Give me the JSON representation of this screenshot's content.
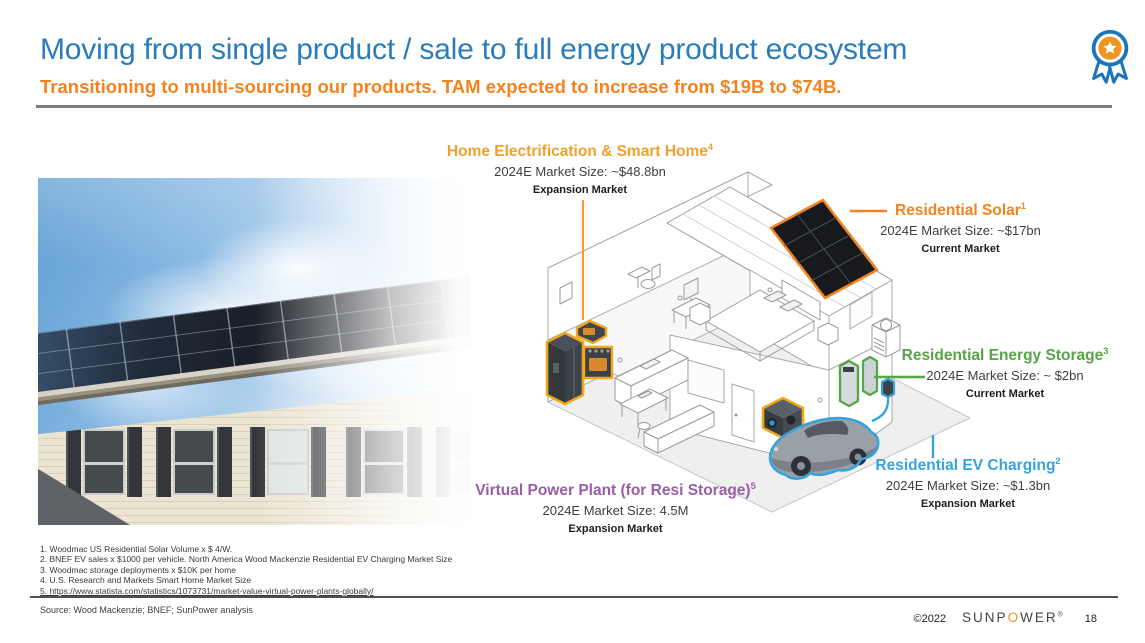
{
  "header": {
    "title": "Moving from single product / sale to full energy product ecosystem",
    "subtitle": "Transitioning to multi-sourcing our products. TAM expected to increase from $19B to $74B.",
    "title_color": "#2b7cba",
    "subtitle_color": "#f5821f",
    "badge_icon": "award-ribbon-icon"
  },
  "callouts": {
    "home_electrification": {
      "title": "Home Electrification & Smart Home",
      "footnote_ref": "4",
      "market_size": "2024E Market Size: ~$48.8bn",
      "segment": "Expansion Market",
      "color": "#f0a12b"
    },
    "residential_solar": {
      "title": "Residential Solar",
      "footnote_ref": "1",
      "market_size": "2024E Market Size: ~$17bn",
      "segment": "Current Market",
      "color": "#f5831f"
    },
    "residential_energy_storage": {
      "title": "Residential Energy Storage",
      "footnote_ref": "3",
      "market_size": "2024E Market Size: ~ $2bn",
      "segment": "Current Market",
      "color": "#56a546"
    },
    "residential_ev_charging": {
      "title": "Residential EV Charging",
      "footnote_ref": "2",
      "market_size": "2024E Market Size: ~$1.3bn",
      "segment": "Expansion Market",
      "color": "#35a3dd"
    },
    "virtual_power_plant": {
      "title": "Virtual Power Plant (for Resi Storage)",
      "footnote_ref": "5",
      "market_size": "2024E Market Size: 4.5M",
      "segment": "Expansion Market",
      "color": "#9a5ea7"
    }
  },
  "diagram": {
    "elements": [
      "house-cutaway",
      "solar-panel-array",
      "refrigerator",
      "microwave",
      "oven-stove",
      "battery-storage-units",
      "ev-wall-charger",
      "ev-car",
      "heat-pump-unit",
      "air-conditioner",
      "bed",
      "desk",
      "sofa",
      "kitchen-counter",
      "table"
    ]
  },
  "images": {
    "left_photo": "residential-house-with-rooftop-solar-panels"
  },
  "footnotes": [
    "1. Woodmac US Residential Solar Volume x $ 4/W.",
    "2. BNEF EV sales x $1000 per vehicle. North America Wood Mackenzie Residential EV Charging Market Size",
    "3. Woodmac storage deployments x $10K per home",
    "4. U.S. Research and Markets Smart Home Market Size",
    "5. https://www.statista.com/statistics/1073731/market-value-virtual-power-plants-globally/"
  ],
  "footer": {
    "source": "Source: Wood Mackenzie; BNEF; SunPower analysis",
    "copyright": "©2022",
    "brand_pre": "SUNP",
    "brand_o": "O",
    "brand_post": "WER",
    "brand_reg": "®",
    "page_number": "18"
  }
}
